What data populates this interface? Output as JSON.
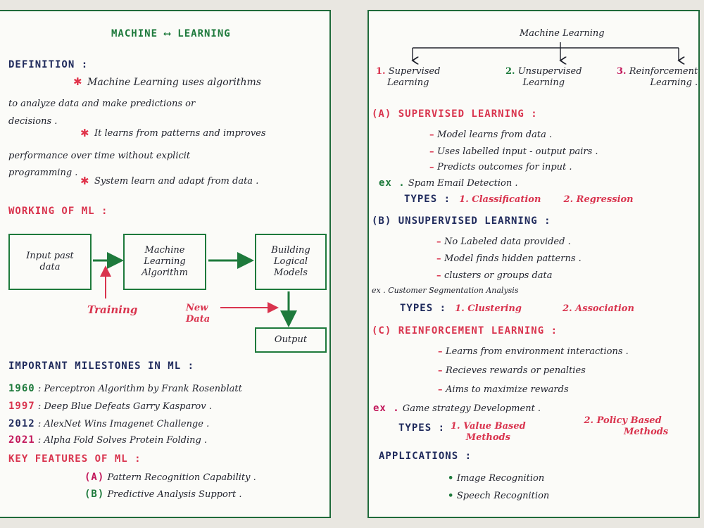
{
  "left": {
    "title": "MACHINE ⟷ LEARNING",
    "definition": {
      "heading": "DEFINITION :",
      "line1": "Machine Learning uses algorithms",
      "line2": "to analyze data and make predictions or",
      "line3": "decisions .",
      "line4": "It learns from patterns and improves",
      "line5": "performance over time without explicit",
      "line6": "programming .",
      "line7": "System learn and adapt from data ."
    },
    "working": {
      "heading": "WORKING OF ML :",
      "box_input": "Input past data",
      "box_algorithm": "Machine Learning Algorithm",
      "box_models": "Building Logical Models",
      "box_output": "Output",
      "training": "Training",
      "new_data": "New Data"
    },
    "milestones": {
      "heading": "IMPORTANT MILESTONES IN ML :",
      "items": [
        {
          "year": "1960",
          "text": ": Perceptron Algorithm by Frank Rosenblatt"
        },
        {
          "year": "1997",
          "text": ": Deep Blue Defeats Garry Kasparov ."
        },
        {
          "year": "2012",
          "text": ": AlexNet Wins Imagenet Challenge ."
        },
        {
          "year": "2021",
          "text": ": Alpha Fold Solves Protein Folding ."
        }
      ]
    },
    "features": {
      "heading": "KEY FEATURES OF ML :",
      "a_label": "(A)",
      "a_text": "Pattern Recognition Capability .",
      "b_label": "(B)",
      "b_text": "Predictive Analysis Support ."
    }
  },
  "right": {
    "tree_root": "Machine Learning",
    "tree_children": [
      {
        "num": "1.",
        "line1": "Supervised",
        "line2": "Learning"
      },
      {
        "num": "2.",
        "line1": "Unsupervised",
        "line2": "Learning"
      },
      {
        "num": "3.",
        "line1": "Reinforcement",
        "line2": "Learning ."
      }
    ],
    "supervised": {
      "heading": "(A) SUPERVISED LEARNING :",
      "points": [
        "Model learns from data .",
        "Uses labelled input - output pairs .",
        "Predicts outcomes for input ."
      ],
      "ex_label": "ex .",
      "ex_text": "Spam Email Detection .",
      "types_label": "TYPES :",
      "type1": "1. Classification",
      "type2": "2. Regression"
    },
    "unsupervised": {
      "heading": "(B) UNSUPERVISED LEARNING :",
      "points": [
        "No Labeled data provided .",
        "Model finds hidden patterns .",
        "clusters or groups data"
      ],
      "ex_label": "ex .",
      "ex_text": "Customer Segmentation Analysis",
      "types_label": "TYPES :",
      "type1": "1. Clustering",
      "type2": "2. Association"
    },
    "reinforcement": {
      "heading": "(C) REINFORCEMENT LEARNING :",
      "points": [
        "Learns from environment interactions .",
        "Recieves rewards or penalties",
        "Aims to maximize rewards"
      ],
      "ex_label": "ex .",
      "ex_text": "Game strategy Development .",
      "types_label": "TYPES :",
      "type1_line1": "1. Value Based",
      "type1_line2": "Methods",
      "type2_line1": "2. Policy Based",
      "type2_line2": "Methods"
    },
    "applications": {
      "heading": "APPLICATIONS :",
      "items": [
        "Image Recognition",
        "Speech Recognition"
      ]
    }
  }
}
